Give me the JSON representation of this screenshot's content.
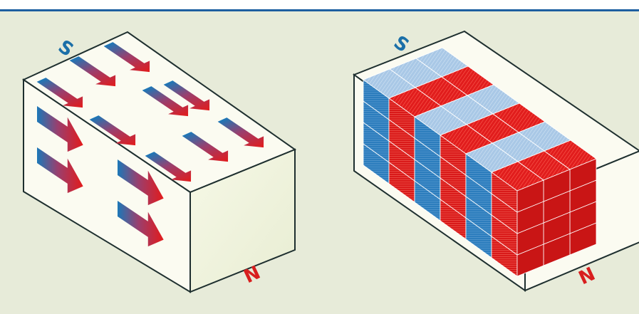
{
  "figure": {
    "left_block": {
      "label_south": "S",
      "label_north": "N"
    },
    "right_block": {
      "label_south": "S",
      "label_north": "N"
    }
  },
  "colors": {
    "background": "#e7ebd9",
    "top_rule": "#1d5fa0",
    "block_face": "#fbfbf1",
    "north_red": "#e31b1b",
    "south_blue": "#1b78b8",
    "label_south": "#1b6fa8",
    "label_north": "#d81e1e"
  }
}
